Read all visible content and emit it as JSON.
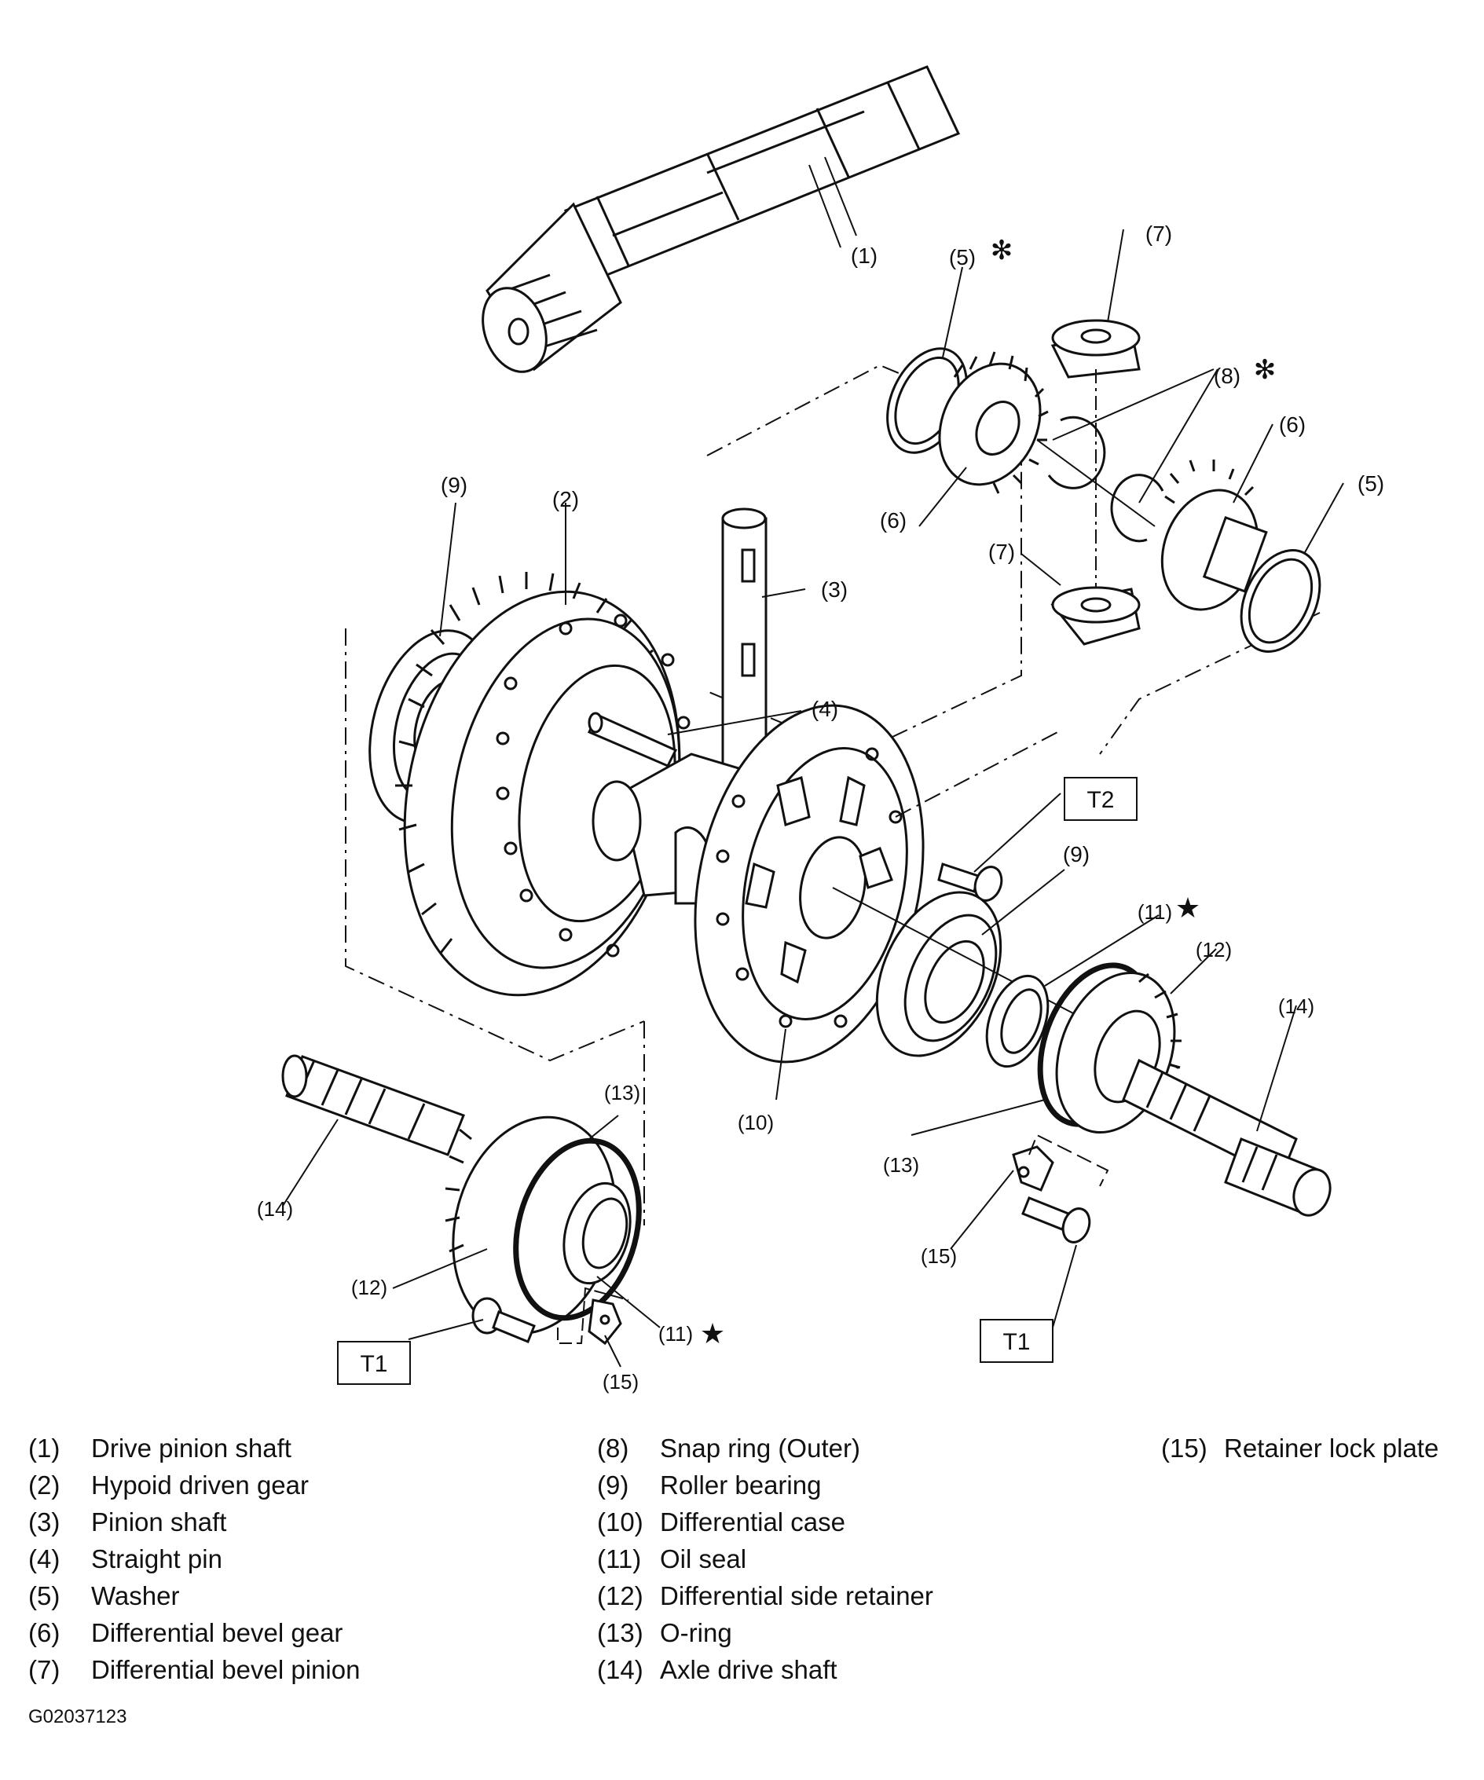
{
  "callouts": {
    "c1": "(1)",
    "c2": "(2)",
    "c3": "(3)",
    "c4": "(4)",
    "c5a": "(5)",
    "c5b": "(5)",
    "c6a": "(6)",
    "c6b": "(6)",
    "c7a": "(7)",
    "c7b": "(7)",
    "c8": "(8)",
    "c9a": "(9)",
    "c9b": "(9)",
    "c10": "(10)",
    "c11a": "(11)",
    "c11b": "(11)",
    "c12a": "(12)",
    "c12b": "(12)",
    "c13a": "(13)",
    "c13b": "(13)",
    "c14a": "(14)",
    "c14b": "(14)",
    "c15a": "(15)",
    "c15b": "(15)"
  },
  "symbols": {
    "asterisk": "✻",
    "star": "★"
  },
  "torque_labels": {
    "t2": "T2",
    "t1a": "T1",
    "t1b": "T1"
  },
  "legend": {
    "col1": [
      {
        "num": "(1)",
        "label": "Drive pinion shaft"
      },
      {
        "num": "(2)",
        "label": "Hypoid driven gear"
      },
      {
        "num": "(3)",
        "label": "Pinion shaft"
      },
      {
        "num": "(4)",
        "label": "Straight pin"
      },
      {
        "num": "(5)",
        "label": "Washer"
      },
      {
        "num": "(6)",
        "label": "Differential bevel gear"
      },
      {
        "num": "(7)",
        "label": "Differential bevel pinion"
      }
    ],
    "col2": [
      {
        "num": "(8)",
        "label": "Snap ring (Outer)"
      },
      {
        "num": "(9)",
        "label": "Roller bearing"
      },
      {
        "num": "(10)",
        "label": "Differential case"
      },
      {
        "num": "(11)",
        "label": "Oil seal"
      },
      {
        "num": "(12)",
        "label": "Differential side retainer"
      },
      {
        "num": "(13)",
        "label": "O-ring"
      },
      {
        "num": "(14)",
        "label": "Axle drive shaft"
      }
    ],
    "col3": [
      {
        "num": "(15)",
        "label": "Retainer lock plate"
      }
    ]
  },
  "figure_id": "G02037123"
}
